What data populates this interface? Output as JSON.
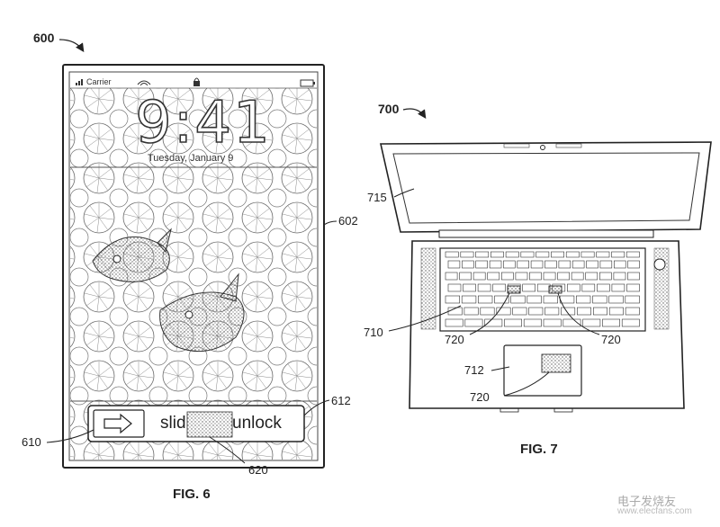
{
  "figures": {
    "fig6": {
      "caption": "FIG. 6",
      "ref": "600"
    },
    "fig7": {
      "caption": "FIG. 7",
      "ref": "700"
    }
  },
  "phone": {
    "carrier": "Carrier",
    "time": "9:41",
    "date": "Tuesday, January 9",
    "slider_text_left": "slid",
    "slider_text_right": "unlock"
  },
  "labels": {
    "screen": "602",
    "slider_bar": "612",
    "unlock_image": "610",
    "touch_region": "620",
    "laptop_screen": "715",
    "keyboard": "710",
    "key_a": "720",
    "key_b": "720",
    "touchpad": "712",
    "touchpad_region": "720"
  },
  "watermark": {
    "text": "www.elecfans.com",
    "brand": "电子发烧友"
  }
}
